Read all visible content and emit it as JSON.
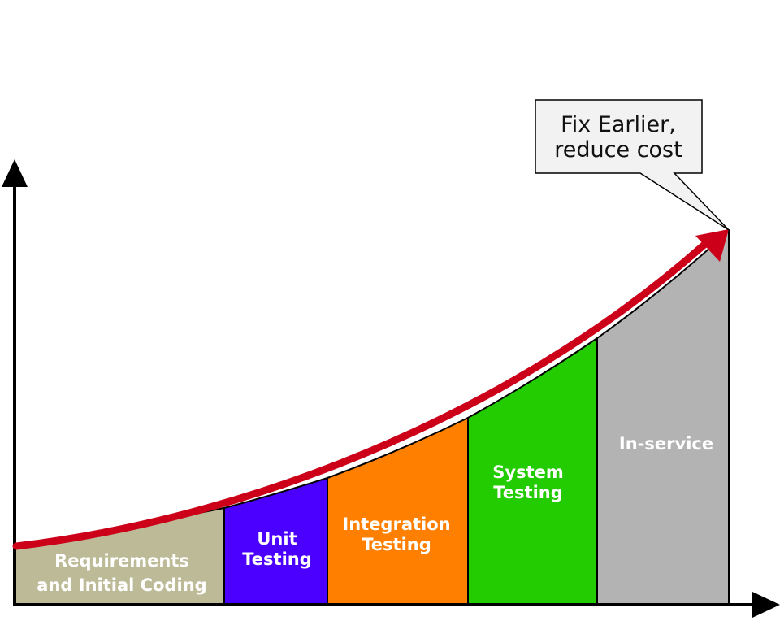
{
  "callout": {
    "line1": "Fix Earlier,",
    "line2": "reduce cost"
  },
  "phases": [
    {
      "key": "requirements",
      "line1": "Requirements",
      "line2": "and Initial Coding",
      "fill": "#bdbb97"
    },
    {
      "key": "unit",
      "line1": "Unit",
      "line2": "Testing",
      "fill": "#4b00ff"
    },
    {
      "key": "integration",
      "line1": "Integration",
      "line2": "Testing",
      "fill": "#ff8000"
    },
    {
      "key": "system",
      "line1": "System",
      "line2": "Testing",
      "fill": "#22cc00"
    },
    {
      "key": "inservice",
      "line1": "In-service",
      "line2": "",
      "fill": "#b3b3b3"
    }
  ],
  "colors": {
    "curve": "#cc0019",
    "axis": "#000000",
    "callout_fill": "#f2f2f2",
    "phase_text": "#ffffff"
  }
}
